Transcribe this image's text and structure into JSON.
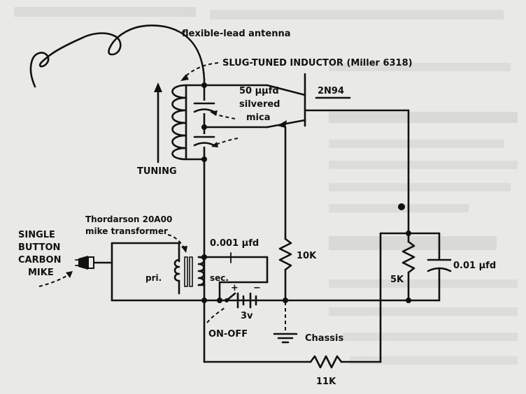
{
  "labels": {
    "antenna": "flexible-lead antenna",
    "inductor": "SLUG-TUNED INDUCTOR (Miller 6318)",
    "transistor": "2N94",
    "cap_mica_1": "50 μμfd",
    "cap_mica_2": "silvered",
    "cap_mica_3": "mica",
    "tuning": "TUNING",
    "transformer_1": "Thordarson 20A00",
    "transformer_2": "mike transformer",
    "mike_1": "SINGLE",
    "mike_2": "BUTTON",
    "mike_3": "CARBON",
    "mike_4": "MIKE",
    "cap_001": "0.001 μfd",
    "pri": "pri.",
    "sec": "sec.",
    "r10k": "10K",
    "r5k": "5K",
    "cap_001b": "0.01 μfd",
    "battery_plus": "+",
    "battery_minus": "−",
    "battery_v": "3v",
    "switch": "ON-OFF",
    "chassis": "Chassis",
    "r11k": "11K"
  },
  "colors": {
    "ink": "#111111",
    "paper": "#e9e9e6",
    "bleed_text": "#c7c7c3"
  }
}
